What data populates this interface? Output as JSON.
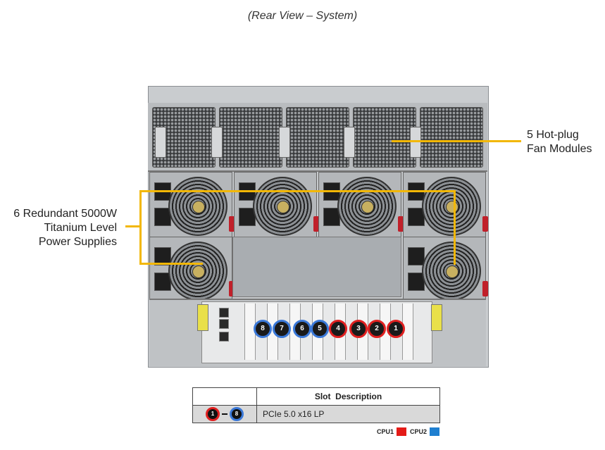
{
  "title": "(Rear View – System)",
  "callouts": {
    "fans": {
      "line1": "5 Hot-plug",
      "line2": "Fan Modules"
    },
    "psu": {
      "line1": "6 Redundant 5000W",
      "line2": "Titanium Level",
      "line3": "Power Supplies"
    }
  },
  "slots": [
    "8",
    "7",
    "6",
    "5",
    "4",
    "3",
    "2",
    "1"
  ],
  "slot_cpu": [
    "CPU2",
    "CPU2",
    "CPU2",
    "CPU2",
    "CPU1",
    "CPU1",
    "CPU1",
    "CPU1"
  ],
  "table": {
    "header": "Slot  Description",
    "row": {
      "from": "1",
      "to": "8",
      "description": "PCIe 5.0 x16 LP"
    }
  },
  "legend": [
    {
      "label": "CPU1",
      "color": "#e41b17"
    },
    {
      "label": "CPU2",
      "color": "#1e7fd0"
    }
  ],
  "colors": {
    "callout_line": "#f2b705",
    "cpu1_ring": "#e02020",
    "cpu2_ring": "#3a78d8"
  }
}
